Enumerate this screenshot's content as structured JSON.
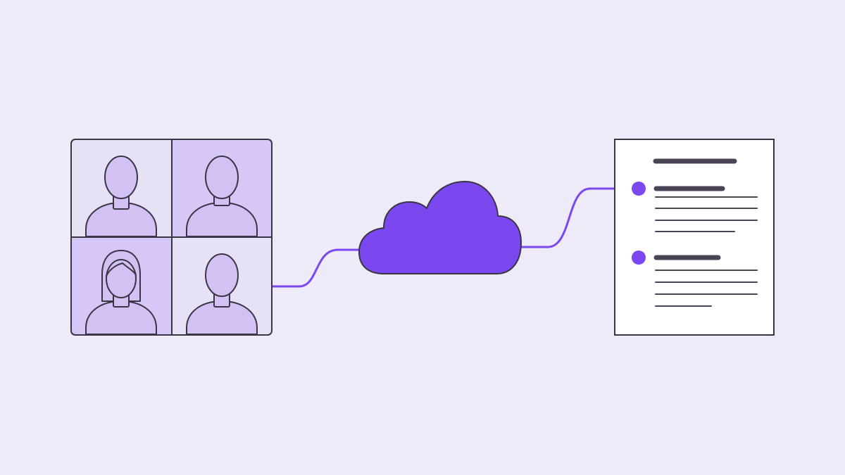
{
  "colors": {
    "background": "#EEEAF8",
    "accent": "#7A48EE",
    "tile_light": "#E7E1F6",
    "tile_dark": "#D7C7F6",
    "person_fill": "#D3C1F4",
    "outline": "#3A3544",
    "document_bg": "#FFFFFF",
    "text_line": "#4A4456"
  },
  "diagram": {
    "participants": [
      {
        "id": "top-left",
        "icon": "person-icon",
        "tile": "light"
      },
      {
        "id": "top-right",
        "icon": "person-icon",
        "tile": "dark"
      },
      {
        "id": "bottom-left",
        "icon": "person-long-hair-icon",
        "tile": "dark"
      },
      {
        "id": "bottom-right",
        "icon": "person-icon",
        "tile": "light"
      }
    ],
    "nodes": [
      {
        "id": "video-call-grid",
        "icon": "video-call-grid-icon"
      },
      {
        "id": "cloud",
        "icon": "cloud-icon"
      },
      {
        "id": "summary-document",
        "icon": "document-icon"
      }
    ],
    "connections": [
      {
        "from": "video-call-grid",
        "to": "cloud"
      },
      {
        "from": "cloud",
        "to": "summary-document"
      }
    ],
    "document": {
      "bullet_count": 2
    }
  }
}
